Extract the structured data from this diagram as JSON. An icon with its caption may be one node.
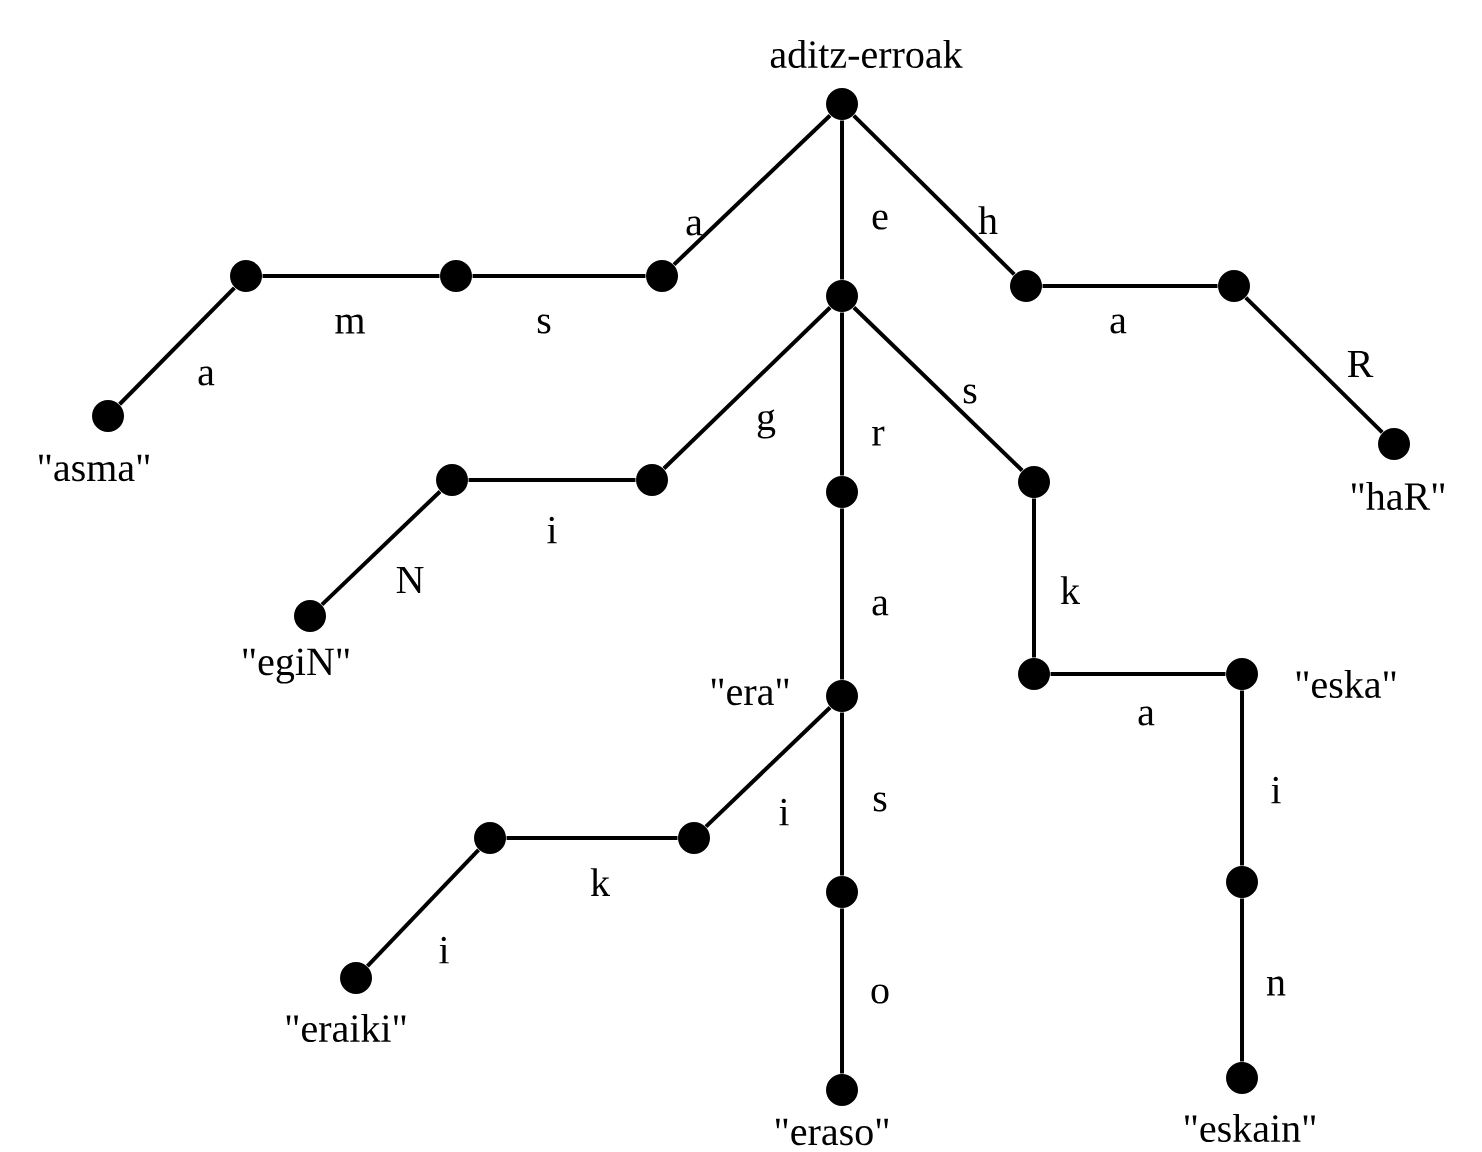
{
  "diagram": {
    "nodes": [
      {
        "text": [],
        "shape": "circle",
        "beside": [
          "aditz-erroak"
        ]
      },
      {
        "text": [],
        "shape": "circle"
      },
      {
        "text": [],
        "shape": "circle"
      },
      {
        "text": [],
        "shape": "circle"
      },
      {
        "text": [],
        "shape": "circle",
        "beside": [
          "\"asma\""
        ]
      },
      {
        "text": [],
        "shape": "circle"
      },
      {
        "text": [],
        "shape": "circle"
      },
      {
        "text": [],
        "shape": "circle"
      },
      {
        "text": [],
        "shape": "circle",
        "beside": [
          "\"egiN\""
        ]
      },
      {
        "text": [],
        "shape": "circle"
      },
      {
        "text": [],
        "shape": "circle",
        "beside": [
          "\"era\""
        ]
      },
      {
        "text": [],
        "shape": "circle"
      },
      {
        "text": [],
        "shape": "circle"
      },
      {
        "text": [],
        "shape": "circle",
        "beside": [
          "\"eraiki\""
        ]
      },
      {
        "text": [],
        "shape": "circle"
      },
      {
        "text": [],
        "shape": "circle",
        "beside": [
          "\"eraso\""
        ]
      },
      {
        "text": [],
        "shape": "circle"
      },
      {
        "text": [],
        "shape": "circle"
      },
      {
        "text": [],
        "shape": "circle",
        "beside": [
          "\"eska\""
        ]
      },
      {
        "text": [],
        "shape": "circle"
      },
      {
        "text": [],
        "shape": "circle",
        "beside": [
          "\"eskain\""
        ]
      },
      {
        "text": [],
        "shape": "circle"
      },
      {
        "text": [],
        "shape": "circle"
      },
      {
        "text": [],
        "shape": "circle",
        "beside": [
          "\"haR\""
        ]
      }
    ],
    "edges": [
      {
        "from": 0,
        "to": 1,
        "arrow": "none",
        "label": "a"
      },
      {
        "from": 1,
        "to": 2,
        "arrow": "none",
        "label": "s"
      },
      {
        "from": 2,
        "to": 3,
        "arrow": "none",
        "label": "m"
      },
      {
        "from": 3,
        "to": 4,
        "arrow": "none",
        "label": "a"
      },
      {
        "from": 0,
        "to": 5,
        "arrow": "none",
        "label": "e"
      },
      {
        "from": 5,
        "to": 6,
        "arrow": "none",
        "label": "g"
      },
      {
        "from": 6,
        "to": 7,
        "arrow": "none",
        "label": "i"
      },
      {
        "from": 7,
        "to": 8,
        "arrow": "none",
        "label": "N"
      },
      {
        "from": 5,
        "to": 9,
        "arrow": "none",
        "label": "r"
      },
      {
        "from": 9,
        "to": 10,
        "arrow": "none",
        "label": "a"
      },
      {
        "from": 10,
        "to": 11,
        "arrow": "none",
        "label": "i"
      },
      {
        "from": 11,
        "to": 12,
        "arrow": "none",
        "label": "k"
      },
      {
        "from": 12,
        "to": 13,
        "arrow": "none",
        "label": "i"
      },
      {
        "from": 10,
        "to": 14,
        "arrow": "none",
        "label": "s"
      },
      {
        "from": 14,
        "to": 15,
        "arrow": "none",
        "label": "o"
      },
      {
        "from": 5,
        "to": 16,
        "arrow": "none",
        "label": "s"
      },
      {
        "from": 16,
        "to": 17,
        "arrow": "none",
        "label": "k"
      },
      {
        "from": 17,
        "to": 18,
        "arrow": "none",
        "label": "a"
      },
      {
        "from": 18,
        "to": 19,
        "arrow": "none",
        "label": "i"
      },
      {
        "from": 19,
        "to": 20,
        "arrow": "none",
        "label": "n"
      },
      {
        "from": 0,
        "to": 21,
        "arrow": "none",
        "label": "h"
      },
      {
        "from": 21,
        "to": 22,
        "arrow": "none",
        "label": "a"
      },
      {
        "from": 22,
        "to": 23,
        "arrow": "none",
        "label": "R"
      }
    ]
  }
}
